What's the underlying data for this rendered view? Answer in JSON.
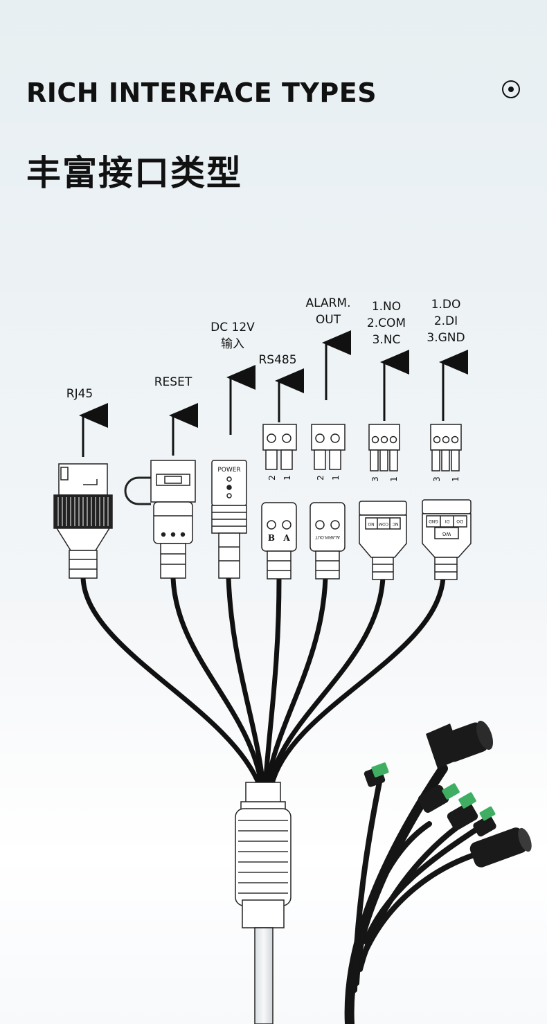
{
  "header": {
    "title_en": "RICH INTERFACE TYPES",
    "title_cn": "丰富接口类型",
    "icon": "radio-dot-icon"
  },
  "connectors": [
    {
      "label": "RJ45"
    },
    {
      "label": "RESET"
    },
    {
      "label": "DC 12V\n输入",
      "face_text": "POWER"
    },
    {
      "label": "RS485",
      "face_text": [
        "B",
        "A"
      ],
      "pins": [
        "2",
        "1"
      ]
    },
    {
      "label": "ALARM.\nOUT",
      "face_text": "ALARM.OUT",
      "pins": [
        "2",
        "1"
      ]
    },
    {
      "label": "1.NO\n2.COM\n3.NC",
      "face_text": [
        "NO",
        "COM",
        "NC"
      ],
      "pins": [
        "3",
        "1"
      ]
    },
    {
      "label": "1.DO\n2.DI\n3.GND",
      "face_text": [
        "GND",
        "DI",
        "DO",
        "WG"
      ],
      "pins": [
        "3",
        "1"
      ]
    }
  ]
}
